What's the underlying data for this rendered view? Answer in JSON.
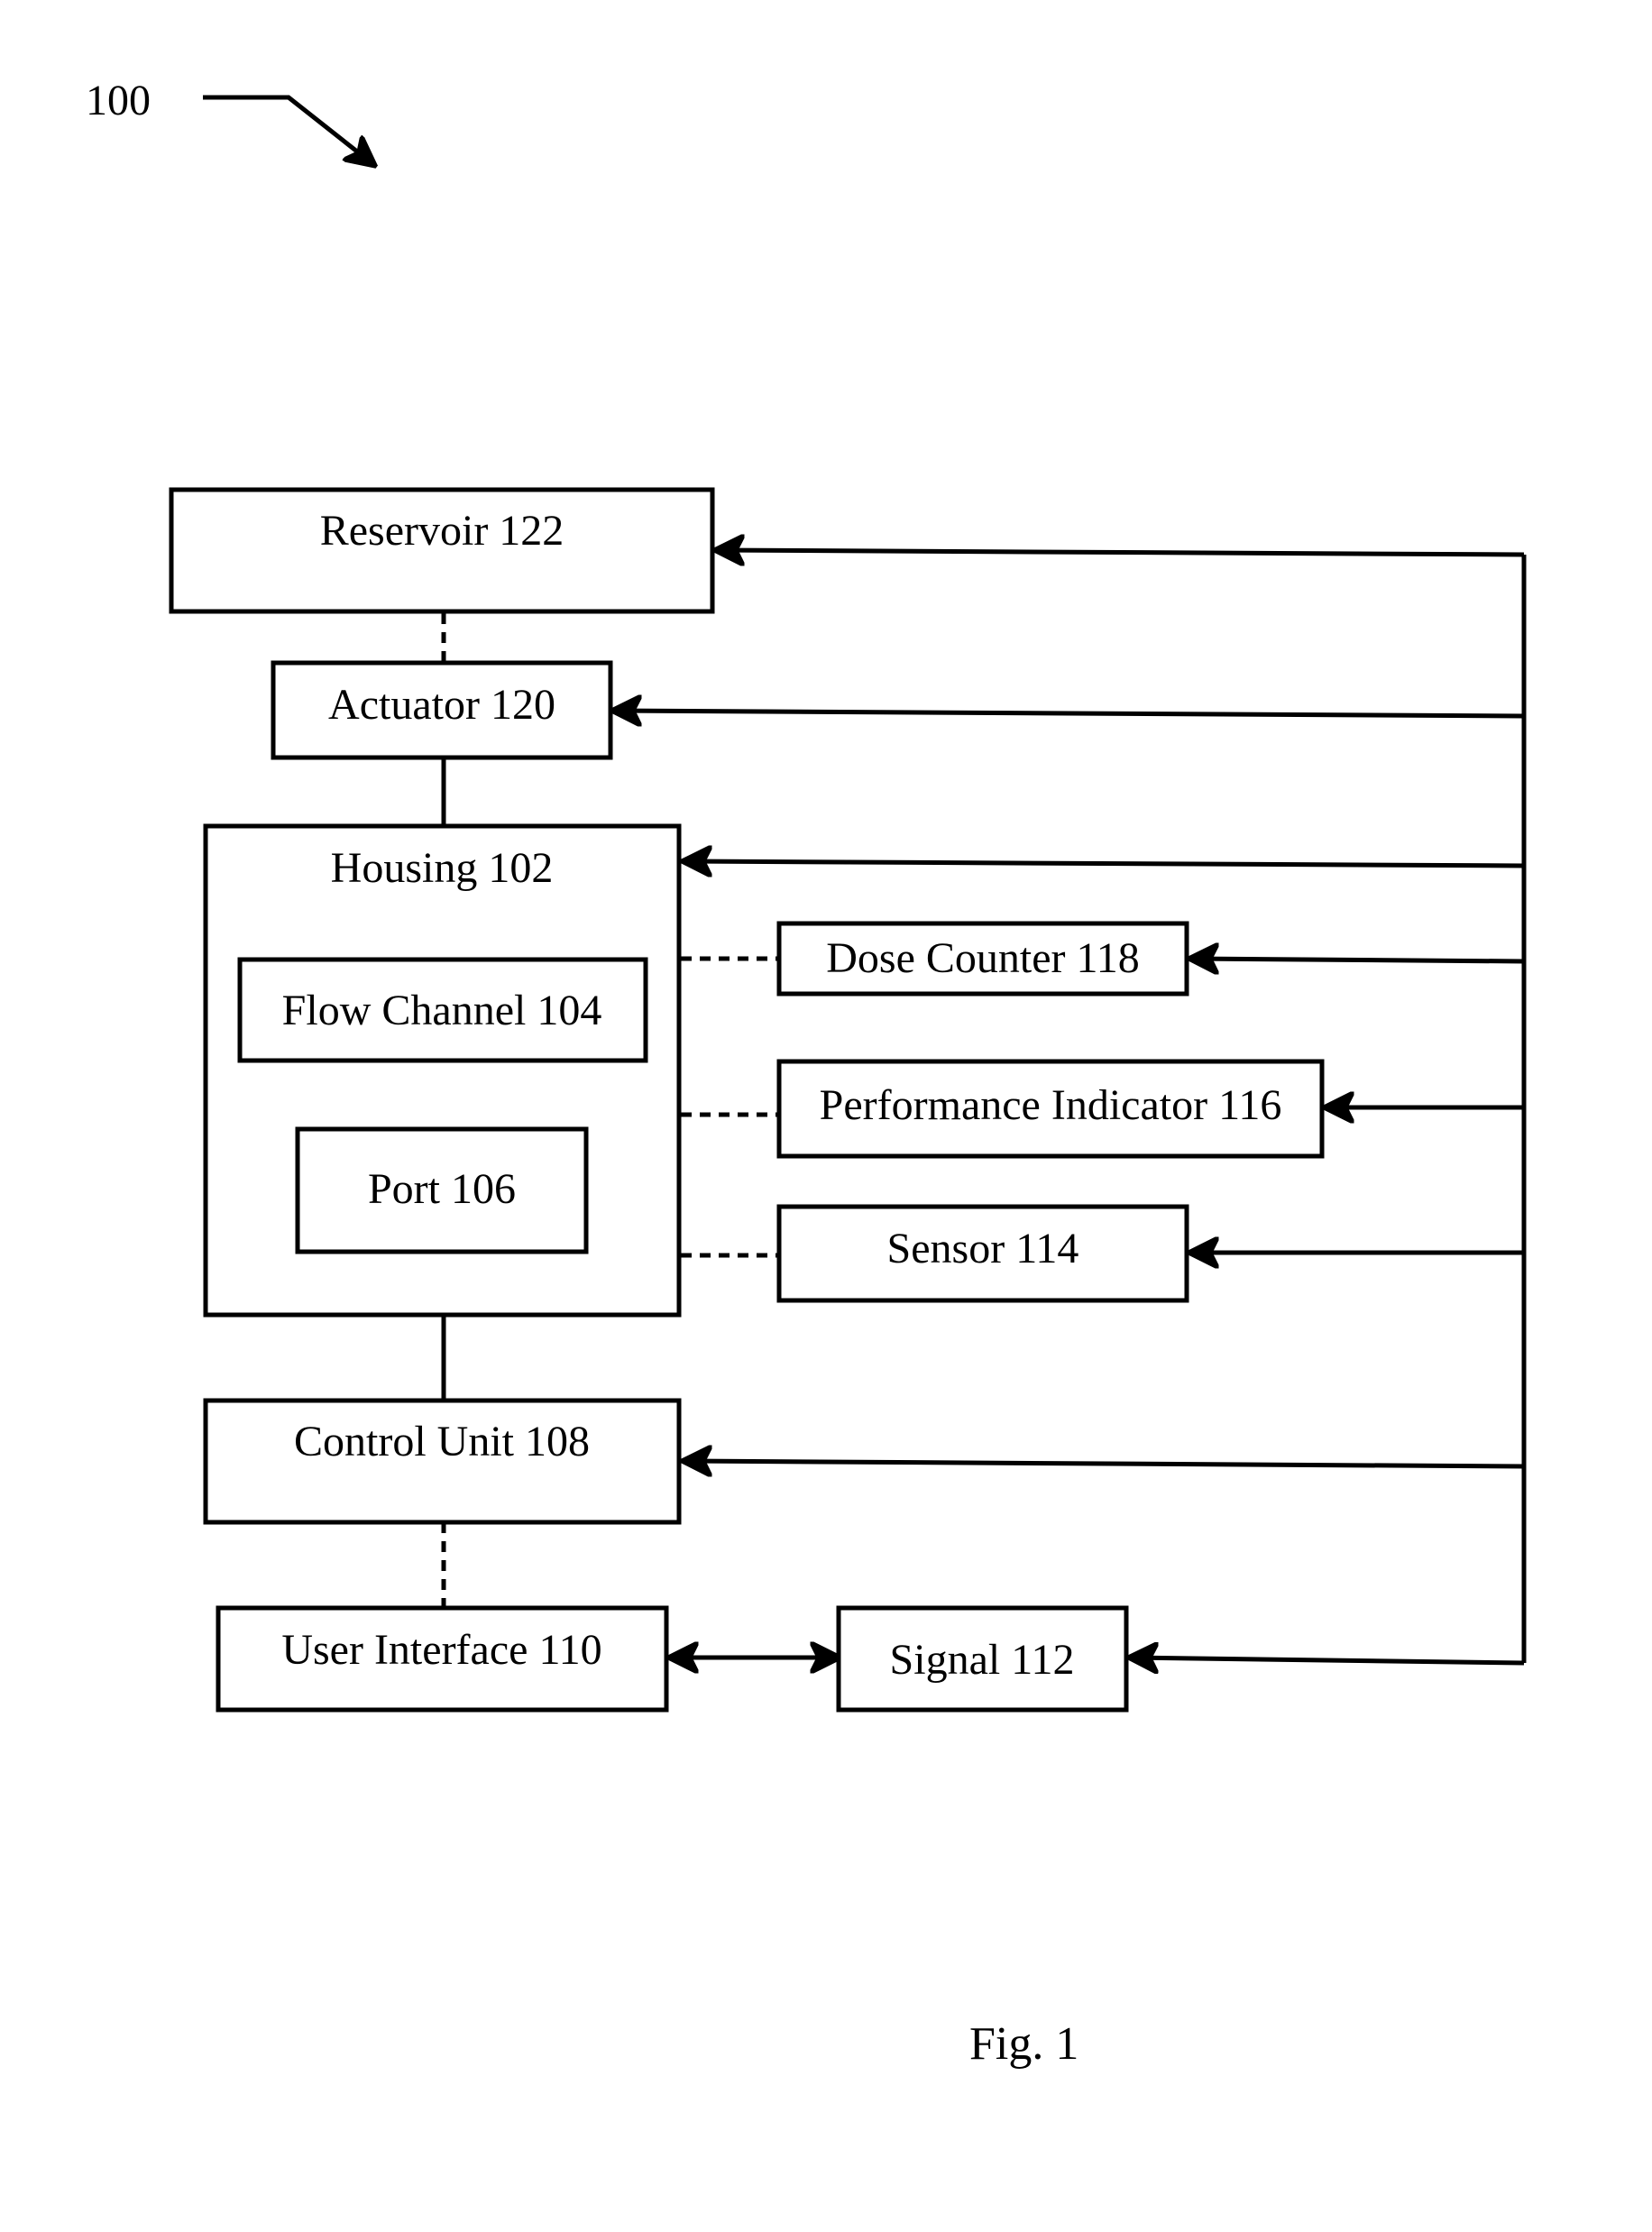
{
  "figure": {
    "ref_numeral": "100",
    "caption": "Fig. 1"
  },
  "blocks": {
    "reservoir": "Reservoir 122",
    "actuator": "Actuator 120",
    "housing": "Housing 102",
    "flow_channel": "Flow Channel 104",
    "port": "Port 106",
    "dose_counter": "Dose Counter 118",
    "performance_indicator": "Performance Indicator 116",
    "sensor": "Sensor 114",
    "control_unit": "Control Unit 108",
    "user_interface": "User Interface 110",
    "signal": "Signal 112"
  },
  "style": {
    "stroke_color": "#000000",
    "background": "#ffffff"
  }
}
